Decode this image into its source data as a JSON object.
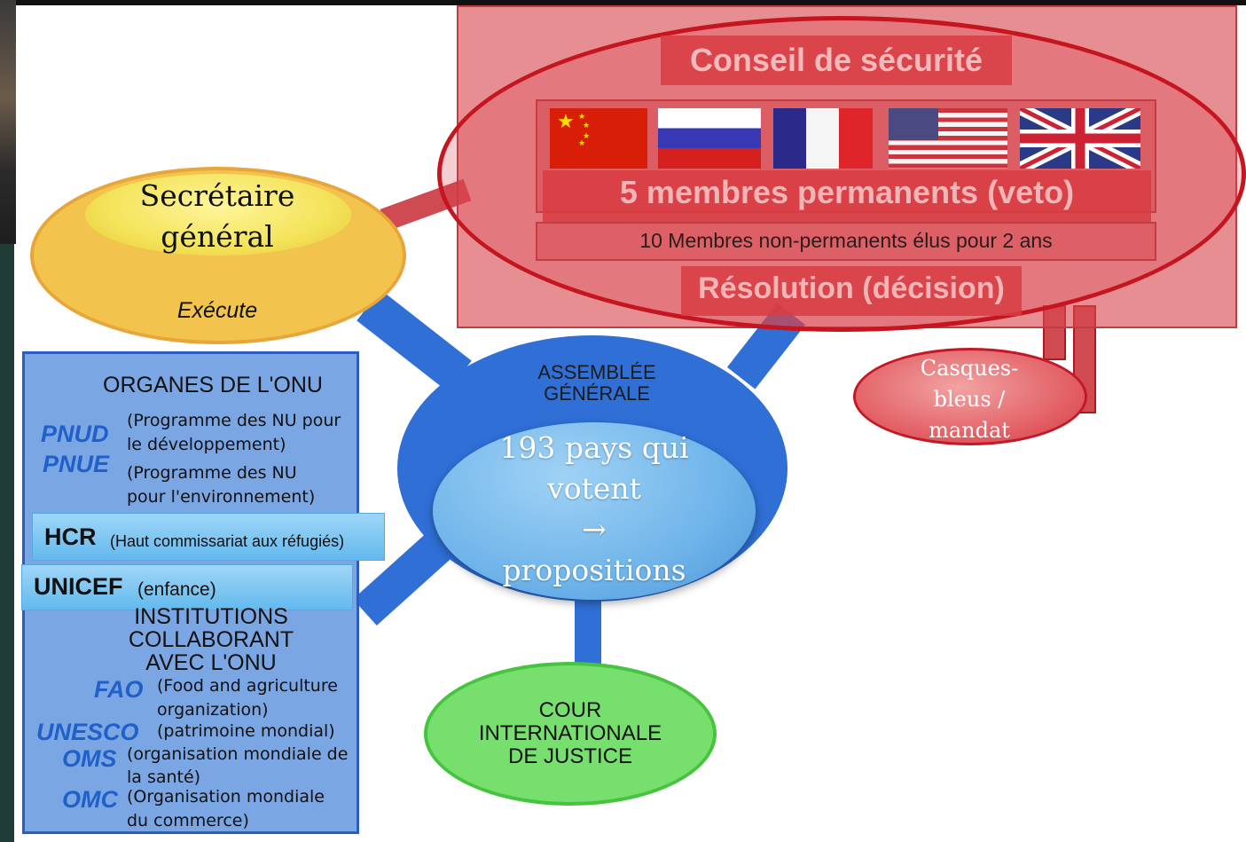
{
  "assembly": {
    "title_line1": "ASSEMBLÉE",
    "title_line2": "GÉNÉRALE",
    "text_line1": "193 pays qui",
    "text_line2": "votent",
    "arrow": "→",
    "text_line3": "propositions"
  },
  "secretary": {
    "title_line1": "Secrétaire",
    "title_line2": "général",
    "subtitle": "Exécute"
  },
  "security_council": {
    "title": "Conseil de sécurité",
    "permanent": "5 membres permanents (veto)",
    "non_permanent": "10 Membres non-permanents élus pour 2 ans",
    "resolution": "Résolution (décision)",
    "flags": [
      "china-flag",
      "russia-flag",
      "france-flag",
      "usa-flag",
      "uk-flag"
    ]
  },
  "peacekeepers": {
    "line1": "Casques-",
    "line2": "bleus /",
    "line3": "mandat"
  },
  "court": {
    "line1": "COUR",
    "line2": "INTERNATIONALE",
    "line3": "DE JUSTICE"
  },
  "organs": {
    "title": "ORGANES DE L'ONU",
    "pnud": "PNUD",
    "pnud_desc1": "(Programme des NU pour",
    "pnud_desc2": "le développement)",
    "pnue": "PNUE",
    "pnue_desc1": "(Programme des NU",
    "pnue_desc2": "pour l'environnement)",
    "hcr": "HCR",
    "hcr_desc": "(Haut commissariat aux réfugiés)",
    "unicef": "UNICEF",
    "unicef_desc": "(enfance)",
    "inst_line1": "INSTITUTIONS",
    "inst_line2": "COLLABORANT",
    "inst_line3": "AVEC L'ONU",
    "fao": "FAO",
    "fao_desc1": "(Food and agriculture",
    "fao_desc2": "organization)",
    "unesco": "UNESCO",
    "unesco_desc": "(patrimoine mondial)",
    "oms": "OMS",
    "oms_desc1": "(organisation mondiale de",
    "oms_desc2": "la santé)",
    "omc": "OMC",
    "omc_desc1": "(Organisation mondiale",
    "omc_desc2": "du commerce)"
  },
  "colors": {
    "connector": "#2f6fd6",
    "council": "#c5151f",
    "secretary": "#f2c44e",
    "court": "#76df6e"
  }
}
